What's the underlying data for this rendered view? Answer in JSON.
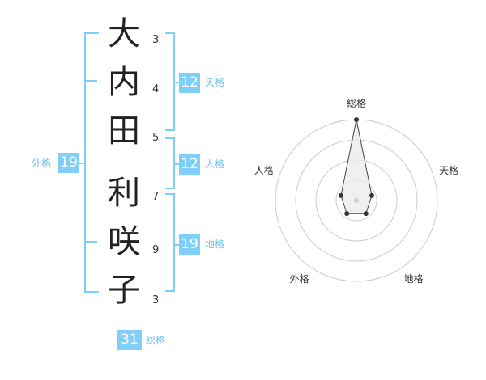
{
  "name": {
    "chars": [
      "大",
      "内",
      "田",
      "利",
      "咲",
      "子"
    ],
    "strokes": [
      "3",
      "4",
      "5",
      "7",
      "9",
      "3"
    ]
  },
  "grid": {
    "tenkaku": {
      "value": "12",
      "label": "天格"
    },
    "jinkaku": {
      "value": "12",
      "label": "人格"
    },
    "chikaku": {
      "value": "19",
      "label": "地格"
    },
    "gaikaku": {
      "value": "19",
      "label": "外格"
    },
    "soukaku": {
      "value": "31",
      "label": "総格"
    }
  },
  "chart_data": {
    "type": "radar",
    "axes": [
      "総格",
      "天格",
      "地格",
      "外格",
      "人格"
    ],
    "values": [
      5,
      1,
      1,
      1,
      1
    ],
    "max": 5,
    "rings": 4,
    "colors": {
      "ring": "#cccccc",
      "fill": "#ececec",
      "line": "#444444",
      "point": "#333333"
    }
  }
}
